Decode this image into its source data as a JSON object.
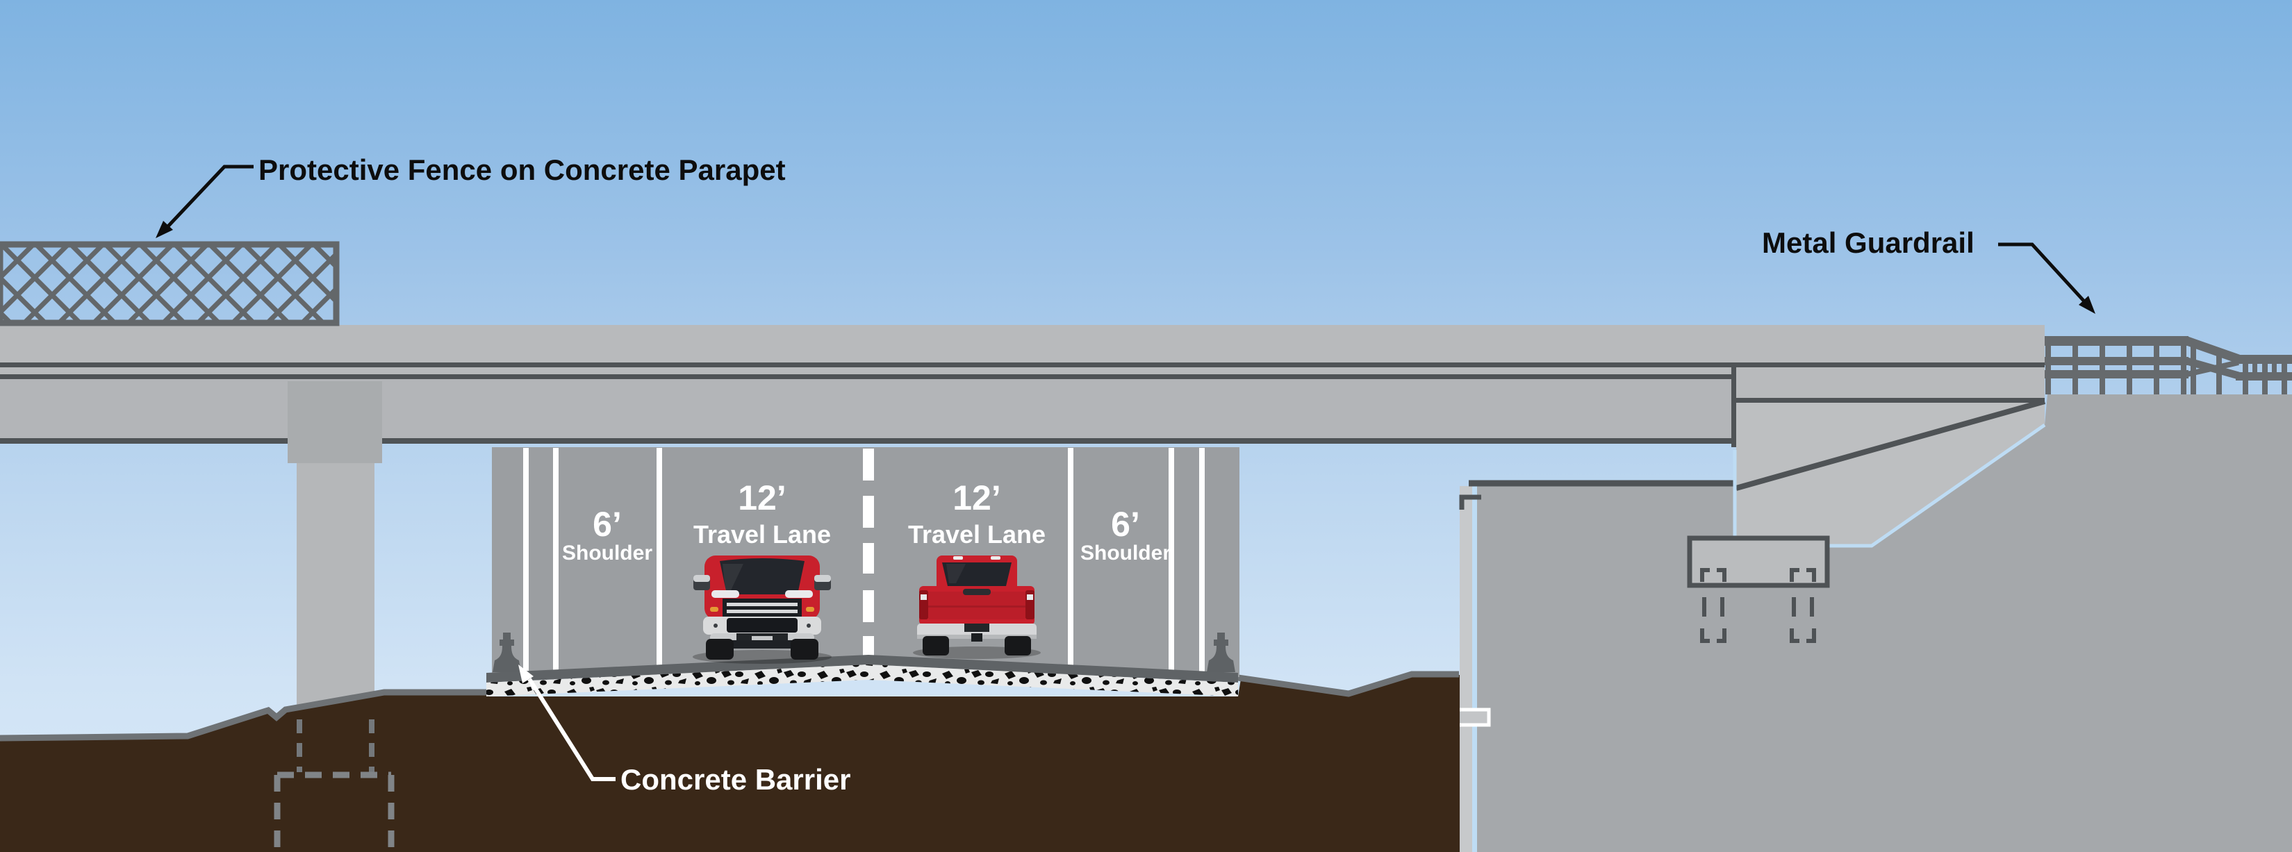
{
  "diagram": {
    "type": "bridge-underpass-cross-section",
    "annotations": {
      "fence_label": "Protective Fence on Concrete Parapet",
      "guardrail_label": "Metal Guardrail",
      "barrier_label": "Concrete Barrier"
    },
    "lanes": [
      {
        "width": "6’",
        "name": "Shoulder"
      },
      {
        "width": "12’",
        "name": "Travel Lane"
      },
      {
        "width": "12’",
        "name": "Travel Lane"
      },
      {
        "width": "6’",
        "name": "Shoulder"
      }
    ],
    "colors": {
      "sky_top": "#7fb3e1",
      "sky_horizon": "#d9e9f8",
      "deck_gray": "#b8babc",
      "girder_gray": "#b3b5b8",
      "wall_gray": "#9b9ea1",
      "abutment_gray": "#a5a8ab",
      "wing_wall_gray": "#bdbfc1",
      "outline_dark": "#4f5356",
      "steel_gray": "#666a6d",
      "earth_brown": "#3a2818",
      "road_gray": "#5f6366",
      "aggregate_white": "#e9eaea",
      "truck_red": "#c8202c",
      "edge_blue": "#bedcf4",
      "label_black": "#0d0d0d",
      "label_white": "#ffffff"
    }
  }
}
